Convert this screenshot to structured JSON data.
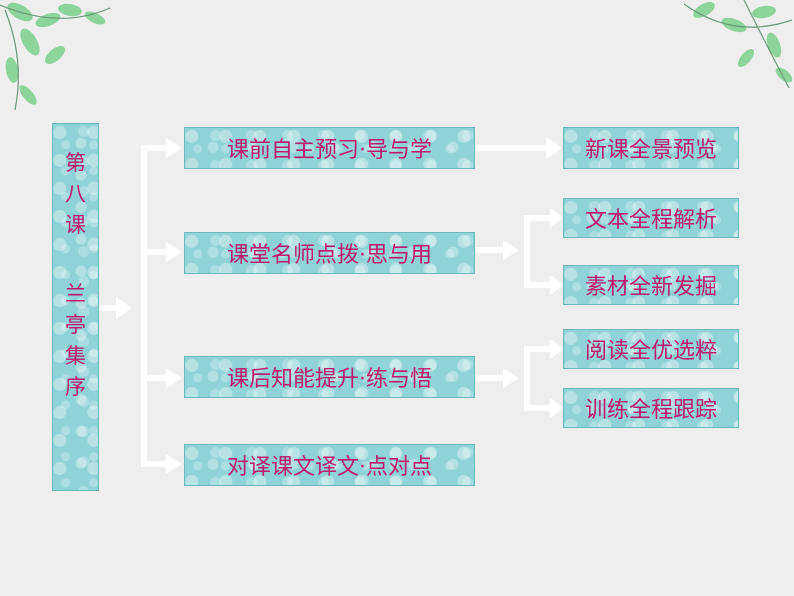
{
  "title_box": {
    "line1": [
      "第",
      "八",
      "课"
    ],
    "line2": [
      "兰",
      "亭",
      "集",
      "序"
    ]
  },
  "sections": [
    {
      "label": "课前自主预习·导与学"
    },
    {
      "label": "课堂名师点拨·思与用"
    },
    {
      "label": "课后知能提升·练与悟"
    },
    {
      "label": "对译课文译文·点对点"
    }
  ],
  "sub_items": [
    {
      "label": "新课全景预览"
    },
    {
      "label": "文本全程解析"
    },
    {
      "label": "素材全新发掘"
    },
    {
      "label": "阅读全优选粹"
    },
    {
      "label": "训练全程跟踪"
    }
  ],
  "colors": {
    "box_fill": "#8fd3d6",
    "text": "#c0176b",
    "connector": "#ffffff",
    "leaves": "#6cc48a"
  }
}
